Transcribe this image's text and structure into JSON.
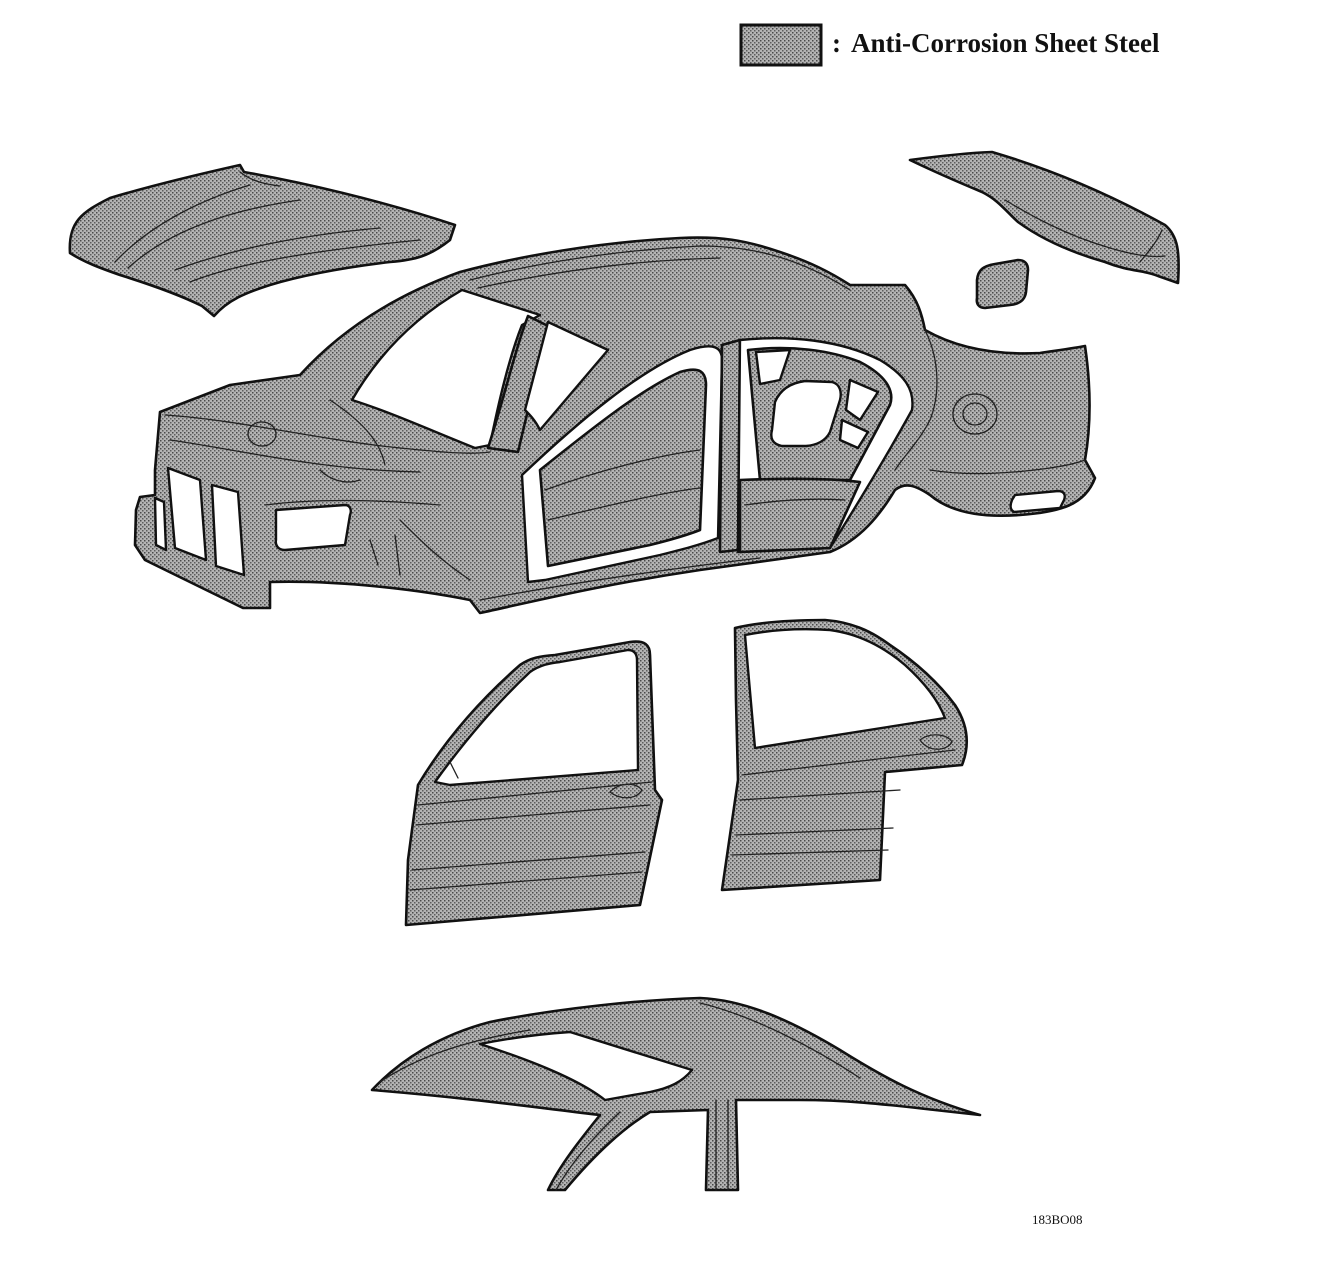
{
  "legend": {
    "separator": ":",
    "label": "Anti-Corrosion Sheet Steel",
    "swatch_pattern": "dotted-gray"
  },
  "figure_code": "183BO08",
  "colors": {
    "panel_fill": "#a9a9a9",
    "outline": "#111111",
    "background": "#ffffff"
  }
}
